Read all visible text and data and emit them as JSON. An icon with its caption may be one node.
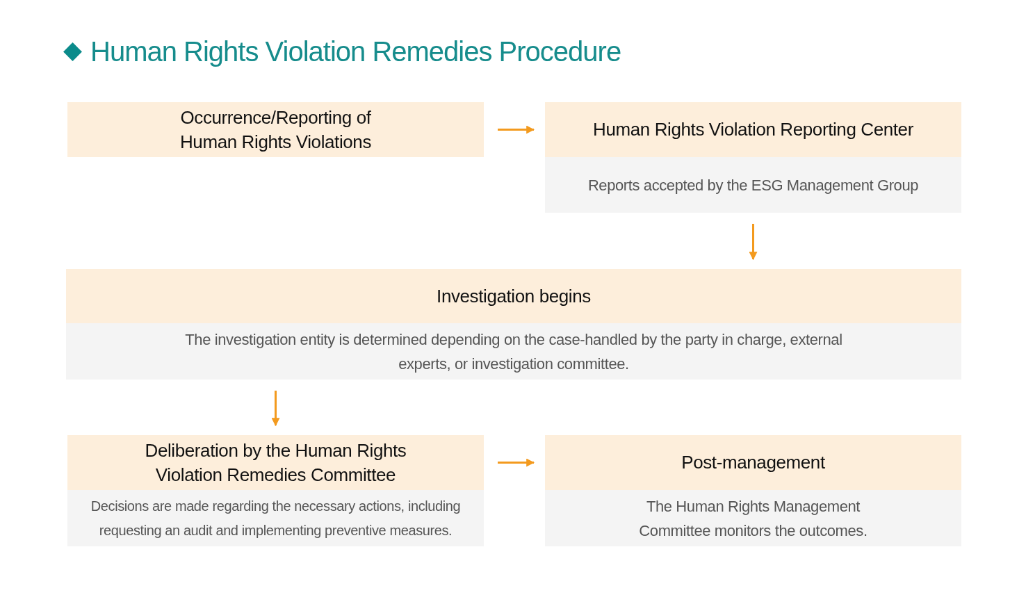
{
  "diagram": {
    "title": "Human Rights Violation Remedies Procedure",
    "nodes": [
      {
        "text": [
          "Occurrence/Reporting of Human Rights Violations"
        ]
      },
      {
        "text": [
          "Human Rights Violation Reporting Center",
          "Reports accepted by the ESG Management Group"
        ]
      },
      {
        "text": [
          "Investigation begins",
          "The investigation entity is determined depending on the case-handled by the party in charge, external experts, or investigation committee."
        ]
      },
      {
        "text": [
          "Deliberation by the Human Rights Violation Remedies Committee",
          "Decisions are made regarding the necessary actions, including requesting an audit and implementing preventive measures."
        ]
      },
      {
        "text": [
          "Post-management",
          "The Human Rights Management Committee monitors the outcomes."
        ]
      }
    ],
    "edges": [
      {
        "from": 0,
        "to": 1,
        "arrow": "to"
      },
      {
        "from": 1,
        "to": 2,
        "arrow": "to"
      },
      {
        "from": 2,
        "to": 3,
        "arrow": "to"
      },
      {
        "from": 3,
        "to": 4,
        "arrow": "to"
      }
    ]
  }
}
